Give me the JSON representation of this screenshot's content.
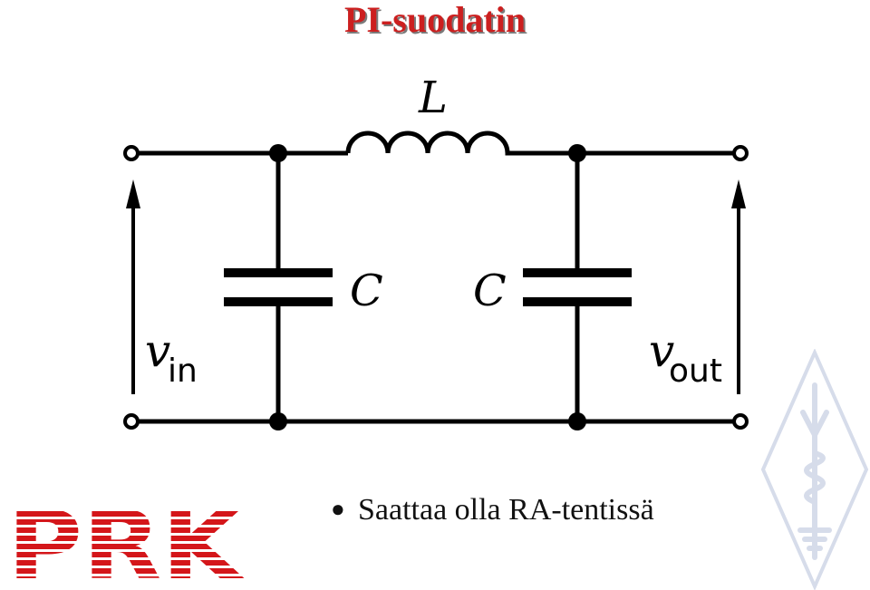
{
  "slide": {
    "title": "PI-suodatin",
    "bullets": [
      "Saattaa olla RA-tentissä"
    ]
  },
  "diagram": {
    "inductor_label": "L",
    "capacitor_left_label": "C",
    "capacitor_right_label": "C",
    "vin_symbol": "v",
    "vin_sub": "in",
    "vout_symbol": "v",
    "vout_sub": "out"
  },
  "logos": {
    "left": "PRK",
    "right_icon": "sral-antenna-diamond-icon"
  },
  "colors": {
    "title": "#cc1f1f",
    "logo_red": "#d4161a",
    "logo_blue": "#d6dcea"
  }
}
